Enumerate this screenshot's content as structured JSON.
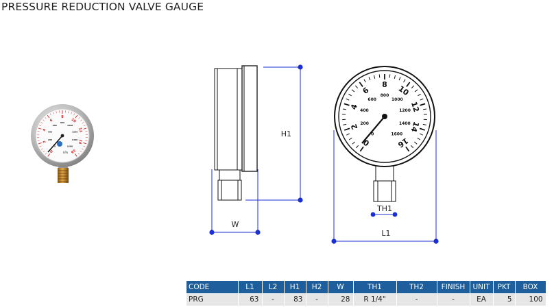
{
  "title": "PRESSURE REDUCTION VALVE GAUGE",
  "drawing": {
    "label_h1": "H1",
    "label_w": "W",
    "label_l1": "L1",
    "label_th1": "TH1",
    "outer_scale": [
      "0",
      "2",
      "4",
      "6",
      "8",
      "10",
      "12",
      "14",
      "16"
    ],
    "inner_scale": [
      "0",
      "200",
      "400",
      "600",
      "800",
      "1000",
      "1200",
      "1400",
      "1600"
    ],
    "photo_outer_scale": [
      "0",
      "2",
      "4",
      "6",
      "8",
      "10",
      "12",
      "14",
      "16"
    ],
    "photo_inner_scale": [
      "0",
      "200",
      "400",
      "600",
      "800",
      "1000",
      "1200",
      "1400",
      "1600"
    ],
    "photo_unit": "kPa"
  },
  "table": {
    "headers": [
      "CODE",
      "L1",
      "L2",
      "H1",
      "H2",
      "W",
      "TH1",
      "TH2",
      "FINISH",
      "UNIT",
      "PKT",
      "BOX"
    ],
    "rows": [
      [
        "PRG",
        "63",
        "-",
        "83",
        "-",
        "28",
        "R 1/4\"",
        "-",
        "-",
        "EA",
        "5",
        "100"
      ]
    ]
  },
  "colors": {
    "dimension_blue": "#1a2fd6",
    "table_header": "#1f5e9c",
    "table_row": "#e6e6e6"
  }
}
